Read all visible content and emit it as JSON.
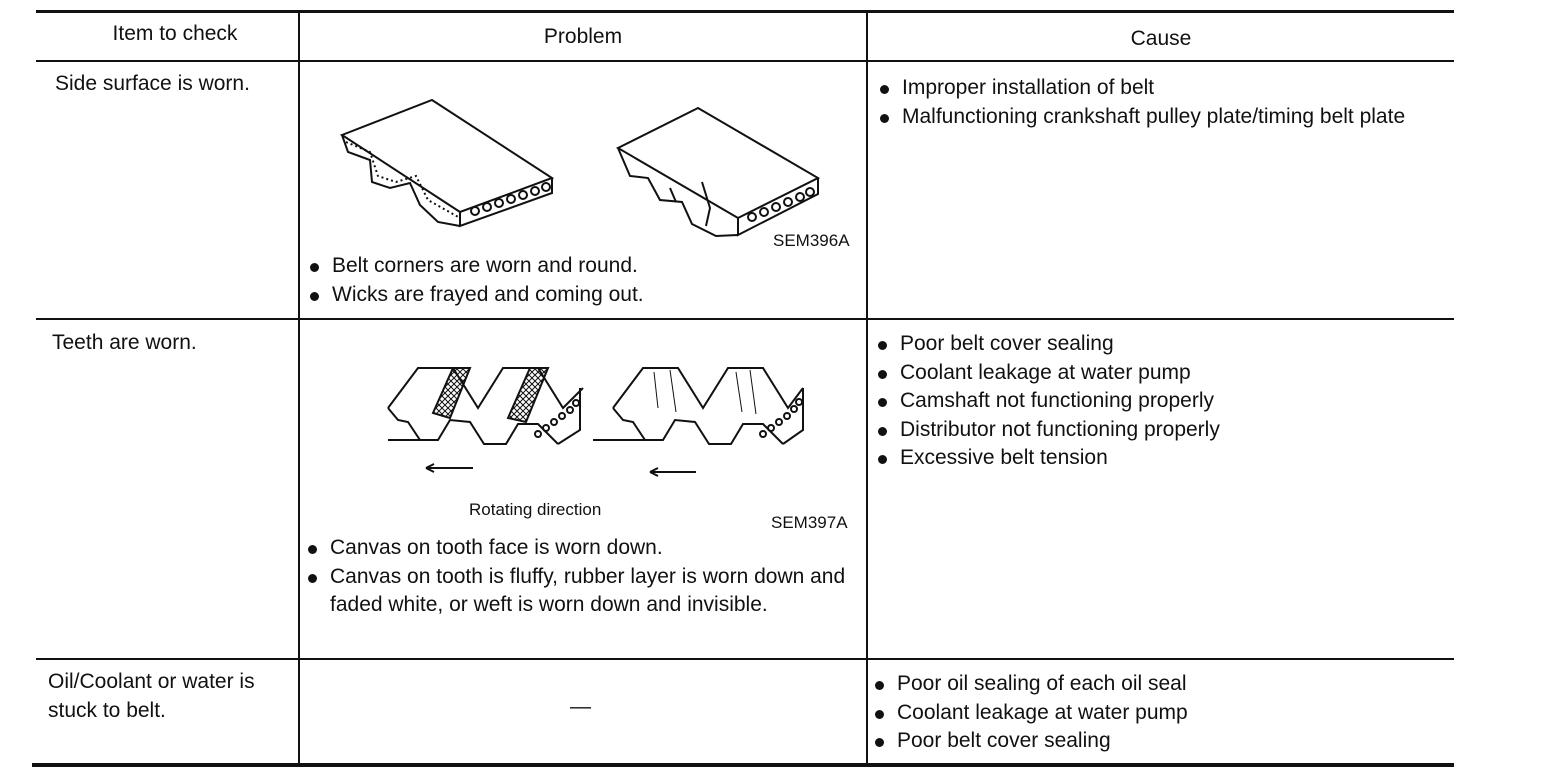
{
  "table": {
    "headers": {
      "item": "Item to check",
      "problem": "Problem",
      "cause": "Cause"
    },
    "rows": [
      {
        "item": "Side surface is worn.",
        "figure_code": "SEM396A",
        "problems": [
          "Belt corners are worn and round.",
          "Wicks are frayed and coming out."
        ],
        "causes": [
          "Improper installation of belt",
          "Malfunctioning crankshaft pulley plate/timing belt plate"
        ]
      },
      {
        "item": "Teeth are worn.",
        "figure_caption": "Rotating direction",
        "figure_code": "SEM397A",
        "problems": [
          "Canvas on tooth face is worn down.",
          "Canvas on tooth is fluffy, rubber layer is worn down and faded white, or weft is worn down and invisible."
        ],
        "causes": [
          "Poor belt cover sealing",
          "Coolant leakage at water pump",
          "Camshaft not functioning properly",
          "Distributor not functioning properly",
          "Excessive belt tension"
        ]
      },
      {
        "item_lines": [
          "Oil/Coolant or water is",
          "stuck to belt."
        ],
        "problem_placeholder": "—",
        "causes": [
          "Poor oil sealing of each oil seal",
          "Coolant leakage at water pump",
          "Poor belt cover sealing"
        ]
      }
    ]
  }
}
